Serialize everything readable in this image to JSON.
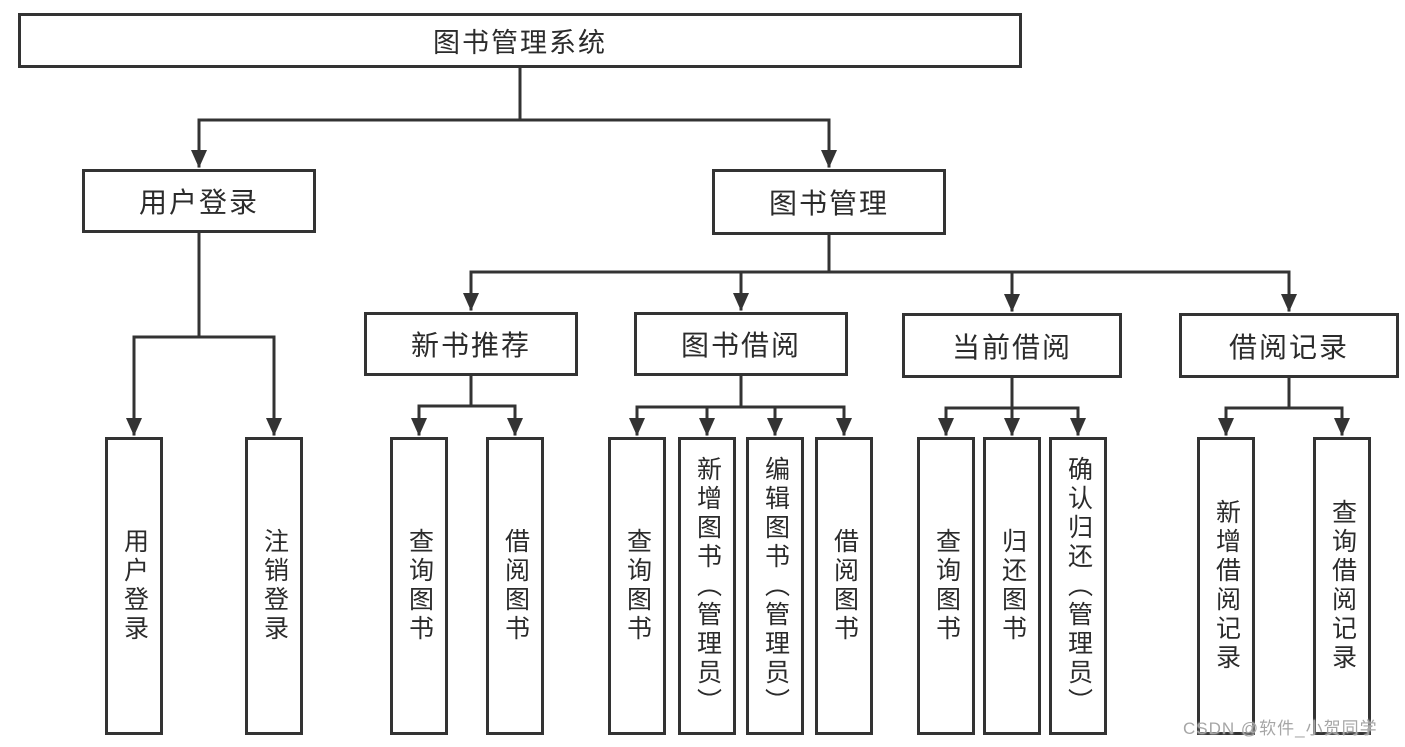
{
  "colors": {
    "line": "#333333",
    "border": "#333333",
    "text": "#2b2b2b",
    "watermark": "#a6a6a6"
  },
  "nodes": {
    "root": {
      "label": "图书管理系统"
    },
    "userLogin": {
      "label": "用户登录"
    },
    "bookManagement": {
      "label": "图书管理"
    },
    "newBookRecommend": {
      "label": "新书推荐"
    },
    "bookBorrow": {
      "label": "图书借阅"
    },
    "currentBorrow": {
      "label": "当前借阅"
    },
    "borrowRecords": {
      "label": "借阅记录"
    },
    "leaves": {
      "userLogin": {
        "label": "用户登录"
      },
      "logout": {
        "label": "注销登录"
      },
      "nbrQueryBooks": {
        "label": "查询图书"
      },
      "nbrBorrowBooks": {
        "label": "借阅图书"
      },
      "bbQueryBooks": {
        "label": "查询图书"
      },
      "bbAddBooksAdmin": {
        "label": "新增图书（管理员）"
      },
      "bbEditBooksAdmin": {
        "label": "编辑图书（管理员）"
      },
      "bbBorrowBooks": {
        "label": "借阅图书"
      },
      "cbQueryBooks": {
        "label": "查询图书"
      },
      "cbReturnBooks": {
        "label": "归还图书"
      },
      "cbConfirmReturnAdmin": {
        "label": "确认归还（管理员）"
      },
      "brAddRecord": {
        "label": "新增借阅记录"
      },
      "brQueryRecord": {
        "label": "查询借阅记录"
      }
    }
  },
  "edges": [
    [
      "图书管理系统",
      "用户登录"
    ],
    [
      "图书管理系统",
      "图书管理"
    ],
    [
      "用户登录",
      "用户登录"
    ],
    [
      "用户登录",
      "注销登录"
    ],
    [
      "图书管理",
      "新书推荐"
    ],
    [
      "图书管理",
      "图书借阅"
    ],
    [
      "图书管理",
      "当前借阅"
    ],
    [
      "图书管理",
      "借阅记录"
    ],
    [
      "新书推荐",
      "查询图书"
    ],
    [
      "新书推荐",
      "借阅图书"
    ],
    [
      "图书借阅",
      "查询图书"
    ],
    [
      "图书借阅",
      "新增图书（管理员）"
    ],
    [
      "图书借阅",
      "编辑图书（管理员）"
    ],
    [
      "图书借阅",
      "借阅图书"
    ],
    [
      "当前借阅",
      "查询图书"
    ],
    [
      "当前借阅",
      "归还图书"
    ],
    [
      "当前借阅",
      "确认归还（管理员）"
    ],
    [
      "借阅记录",
      "新增借阅记录"
    ],
    [
      "借阅记录",
      "查询借阅记录"
    ]
  ],
  "watermark": {
    "text": "CSDN @软件_小贺同学"
  }
}
